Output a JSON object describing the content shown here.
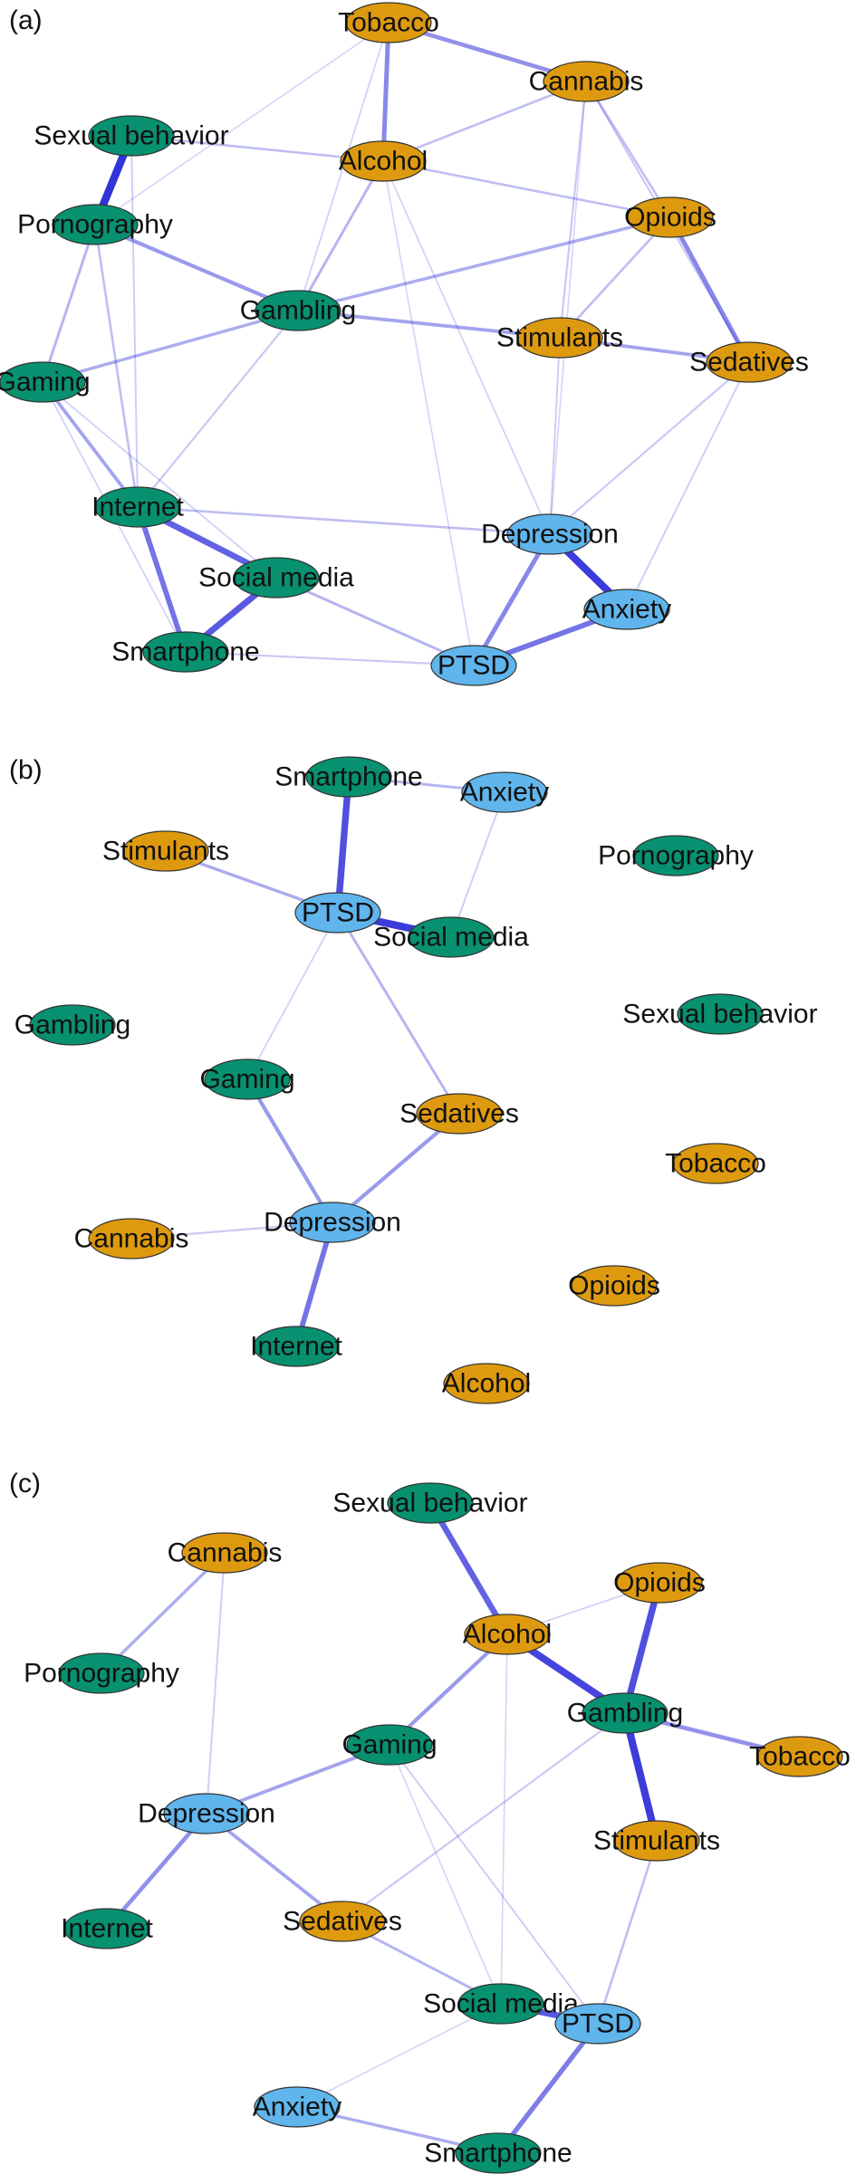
{
  "colors": {
    "behavior": "#079170",
    "substance": "#DE9A0F",
    "mental": "#5FB5EC",
    "edge": "#1F1FD6"
  },
  "panels": [
    {
      "id": "a",
      "label": "(a)",
      "nodes": [
        {
          "id": "tobacco",
          "label": "Tobacco",
          "group": "substance"
        },
        {
          "id": "cannabis",
          "label": "Cannabis",
          "group": "substance"
        },
        {
          "id": "sexual",
          "label": "Sexual behavior",
          "group": "behavior"
        },
        {
          "id": "alcohol",
          "label": "Alcohol",
          "group": "substance"
        },
        {
          "id": "opioids",
          "label": "Opioids",
          "group": "substance"
        },
        {
          "id": "porn",
          "label": "Pornography",
          "group": "behavior"
        },
        {
          "id": "gambling",
          "label": "Gambling",
          "group": "behavior"
        },
        {
          "id": "stimulants",
          "label": "Stimulants",
          "group": "substance"
        },
        {
          "id": "sedatives",
          "label": "Sedatives",
          "group": "substance"
        },
        {
          "id": "gaming",
          "label": "Gaming",
          "group": "behavior"
        },
        {
          "id": "internet",
          "label": "Internet",
          "group": "behavior"
        },
        {
          "id": "depression",
          "label": "Depression",
          "group": "mental"
        },
        {
          "id": "social",
          "label": "Social media",
          "group": "behavior"
        },
        {
          "id": "anxiety",
          "label": "Anxiety",
          "group": "mental"
        },
        {
          "id": "smartphone",
          "label": "Smartphone",
          "group": "behavior"
        },
        {
          "id": "ptsd",
          "label": "PTSD",
          "group": "mental"
        }
      ],
      "edges": [
        {
          "source": "sexual",
          "target": "porn",
          "weight": 0.95
        },
        {
          "source": "depression",
          "target": "anxiety",
          "weight": 0.9
        },
        {
          "source": "social",
          "target": "smartphone",
          "weight": 0.75
        },
        {
          "source": "internet",
          "target": "social",
          "weight": 0.7
        },
        {
          "source": "internet",
          "target": "smartphone",
          "weight": 0.6
        },
        {
          "source": "ptsd",
          "target": "anxiety",
          "weight": 0.6
        },
        {
          "source": "ptsd",
          "target": "depression",
          "weight": 0.5
        },
        {
          "source": "tobacco",
          "target": "alcohol",
          "weight": 0.5
        },
        {
          "source": "tobacco",
          "target": "cannabis",
          "weight": 0.45
        },
        {
          "source": "opioids",
          "target": "sedatives",
          "weight": 0.5
        },
        {
          "source": "porn",
          "target": "gambling",
          "weight": 0.4
        },
        {
          "source": "gambling",
          "target": "stimulants",
          "weight": 0.35
        },
        {
          "source": "stimulants",
          "target": "sedatives",
          "weight": 0.35
        },
        {
          "source": "gambling",
          "target": "gaming",
          "weight": 0.3
        },
        {
          "source": "gaming",
          "target": "internet",
          "weight": 0.35
        },
        {
          "source": "porn",
          "target": "gaming",
          "weight": 0.25
        },
        {
          "source": "gambling",
          "target": "opioids",
          "weight": 0.3
        },
        {
          "source": "cannabis",
          "target": "alcohol",
          "weight": 0.2
        },
        {
          "source": "sexual",
          "target": "alcohol",
          "weight": 0.2
        },
        {
          "source": "alcohol",
          "target": "opioids",
          "weight": 0.2
        },
        {
          "source": "alcohol",
          "target": "gambling",
          "weight": 0.25
        },
        {
          "source": "cannabis",
          "target": "opioids",
          "weight": 0.2
        },
        {
          "source": "cannabis",
          "target": "stimulants",
          "weight": 0.15
        },
        {
          "source": "cannabis",
          "target": "sedatives",
          "weight": 0.15
        },
        {
          "source": "opioids",
          "target": "stimulants",
          "weight": 0.2
        },
        {
          "source": "stimulants",
          "target": "depression",
          "weight": 0.12
        },
        {
          "source": "sedatives",
          "target": "depression",
          "weight": 0.15
        },
        {
          "source": "social",
          "target": "ptsd",
          "weight": 0.25
        },
        {
          "source": "internet",
          "target": "depression",
          "weight": 0.2
        },
        {
          "source": "smartphone",
          "target": "ptsd",
          "weight": 0.15
        },
        {
          "source": "porn",
          "target": "internet",
          "weight": 0.2
        },
        {
          "source": "gambling",
          "target": "internet",
          "weight": 0.15
        },
        {
          "source": "alcohol",
          "target": "depression",
          "weight": 0.1
        },
        {
          "source": "gaming",
          "target": "smartphone",
          "weight": 0.1
        },
        {
          "source": "tobacco",
          "target": "gambling",
          "weight": 0.1
        },
        {
          "source": "sedatives",
          "target": "anxiety",
          "weight": 0.12
        },
        {
          "source": "gaming",
          "target": "social",
          "weight": 0.1
        },
        {
          "source": "alcohol",
          "target": "ptsd",
          "weight": 0.08
        },
        {
          "source": "sexual",
          "target": "internet",
          "weight": 0.12
        },
        {
          "source": "cannabis",
          "target": "depression",
          "weight": 0.08
        },
        {
          "source": "porn",
          "target": "tobacco",
          "weight": 0.08
        }
      ]
    },
    {
      "id": "b",
      "label": "(b)",
      "nodes": [
        {
          "id": "smartphone",
          "label": "Smartphone",
          "group": "behavior"
        },
        {
          "id": "anxiety",
          "label": "Anxiety",
          "group": "mental"
        },
        {
          "id": "stimulants",
          "label": "Stimulants",
          "group": "substance"
        },
        {
          "id": "porn",
          "label": "Pornography",
          "group": "behavior"
        },
        {
          "id": "ptsd",
          "label": "PTSD",
          "group": "mental"
        },
        {
          "id": "social",
          "label": "Social media",
          "group": "behavior"
        },
        {
          "id": "gambling",
          "label": "Gambling",
          "group": "behavior"
        },
        {
          "id": "sexual",
          "label": "Sexual behavior",
          "group": "behavior"
        },
        {
          "id": "gaming",
          "label": "Gaming",
          "group": "behavior"
        },
        {
          "id": "sedatives",
          "label": "Sedatives",
          "group": "substance"
        },
        {
          "id": "tobacco",
          "label": "Tobacco",
          "group": "substance"
        },
        {
          "id": "cannabis",
          "label": "Cannabis",
          "group": "substance"
        },
        {
          "id": "depression",
          "label": "Depression",
          "group": "mental"
        },
        {
          "id": "opioids",
          "label": "Opioids",
          "group": "substance"
        },
        {
          "id": "internet",
          "label": "Internet",
          "group": "behavior"
        },
        {
          "id": "alcohol",
          "label": "Alcohol",
          "group": "substance"
        }
      ],
      "edges": [
        {
          "source": "smartphone",
          "target": "ptsd",
          "weight": 0.8
        },
        {
          "source": "ptsd",
          "target": "social",
          "weight": 0.9
        },
        {
          "source": "depression",
          "target": "internet",
          "weight": 0.6
        },
        {
          "source": "gaming",
          "target": "depression",
          "weight": 0.4
        },
        {
          "source": "sedatives",
          "target": "depression",
          "weight": 0.4
        },
        {
          "source": "stimulants",
          "target": "ptsd",
          "weight": 0.3
        },
        {
          "source": "ptsd",
          "target": "sedatives",
          "weight": 0.25
        },
        {
          "source": "smartphone",
          "target": "anxiety",
          "weight": 0.25
        },
        {
          "source": "cannabis",
          "target": "depression",
          "weight": 0.15
        },
        {
          "source": "anxiety",
          "target": "social",
          "weight": 0.12
        },
        {
          "source": "ptsd",
          "target": "gaming",
          "weight": 0.1
        }
      ]
    },
    {
      "id": "c",
      "label": "(c)",
      "nodes": [
        {
          "id": "sexual",
          "label": "Sexual behavior",
          "group": "behavior"
        },
        {
          "id": "cannabis",
          "label": "Cannabis",
          "group": "substance"
        },
        {
          "id": "opioids",
          "label": "Opioids",
          "group": "substance"
        },
        {
          "id": "alcohol",
          "label": "Alcohol",
          "group": "substance"
        },
        {
          "id": "porn",
          "label": "Pornography",
          "group": "behavior"
        },
        {
          "id": "gambling",
          "label": "Gambling",
          "group": "behavior"
        },
        {
          "id": "gaming",
          "label": "Gaming",
          "group": "behavior"
        },
        {
          "id": "tobacco",
          "label": "Tobacco",
          "group": "substance"
        },
        {
          "id": "depression",
          "label": "Depression",
          "group": "mental"
        },
        {
          "id": "stimulants",
          "label": "Stimulants",
          "group": "substance"
        },
        {
          "id": "internet",
          "label": "Internet",
          "group": "behavior"
        },
        {
          "id": "sedatives",
          "label": "Sedatives",
          "group": "substance"
        },
        {
          "id": "social",
          "label": "Social media",
          "group": "behavior"
        },
        {
          "id": "ptsd",
          "label": "PTSD",
          "group": "mental"
        },
        {
          "id": "anxiety",
          "label": "Anxiety",
          "group": "mental"
        },
        {
          "id": "smartphone",
          "label": "Smartphone",
          "group": "behavior"
        }
      ],
      "edges": [
        {
          "source": "gambling",
          "target": "stimulants",
          "weight": 0.9
        },
        {
          "source": "alcohol",
          "target": "gambling",
          "weight": 0.85
        },
        {
          "source": "opioids",
          "target": "gambling",
          "weight": 0.8
        },
        {
          "source": "sexual",
          "target": "alcohol",
          "weight": 0.7
        },
        {
          "source": "social",
          "target": "ptsd",
          "weight": 0.75
        },
        {
          "source": "ptsd",
          "target": "smartphone",
          "weight": 0.55
        },
        {
          "source": "gambling",
          "target": "tobacco",
          "weight": 0.45
        },
        {
          "source": "depression",
          "target": "internet",
          "weight": 0.45
        },
        {
          "source": "alcohol",
          "target": "gaming",
          "weight": 0.4
        },
        {
          "source": "gaming",
          "target": "depression",
          "weight": 0.35
        },
        {
          "source": "depression",
          "target": "sedatives",
          "weight": 0.35
        },
        {
          "source": "cannabis",
          "target": "porn",
          "weight": 0.3
        },
        {
          "source": "anxiety",
          "target": "smartphone",
          "weight": 0.3
        },
        {
          "source": "sedatives",
          "target": "social",
          "weight": 0.25
        },
        {
          "source": "stimulants",
          "target": "ptsd",
          "weight": 0.2
        },
        {
          "source": "sedatives",
          "target": "gambling",
          "weight": 0.15
        },
        {
          "source": "cannabis",
          "target": "depression",
          "weight": 0.12
        },
        {
          "source": "gaming",
          "target": "ptsd",
          "weight": 0.12
        },
        {
          "source": "opioids",
          "target": "alcohol",
          "weight": 0.1
        },
        {
          "source": "alcohol",
          "target": "social",
          "weight": 0.08
        },
        {
          "source": "anxiety",
          "target": "social",
          "weight": 0.08
        },
        {
          "source": "gaming",
          "target": "social",
          "weight": 0.08
        }
      ]
    }
  ]
}
